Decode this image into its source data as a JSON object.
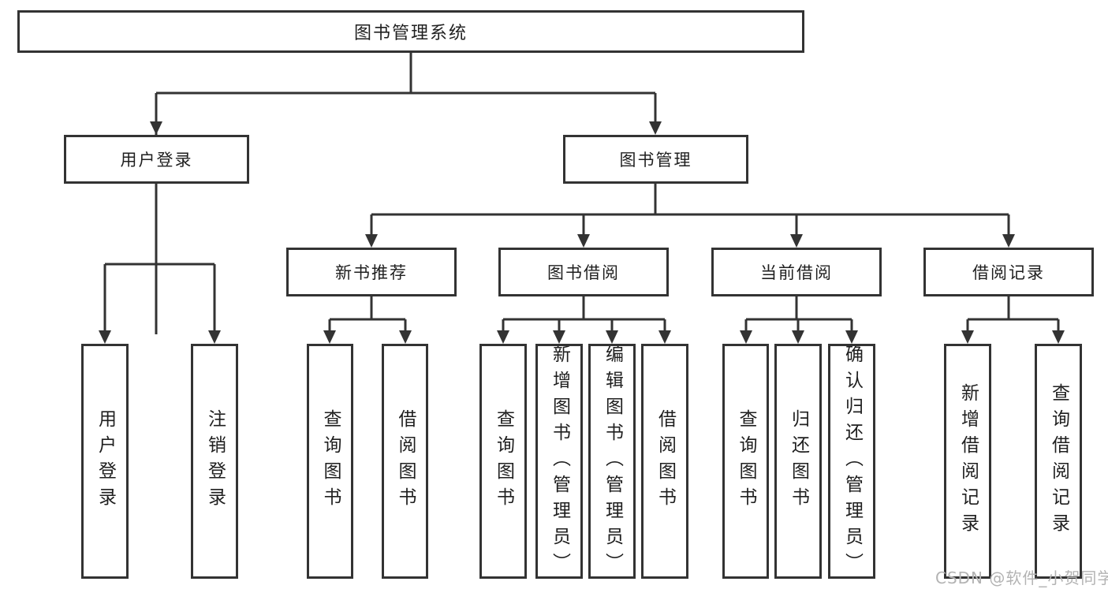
{
  "diagram": {
    "type": "hierarchy-flowchart",
    "colors": {
      "line": "#333333",
      "box_border": "#333333",
      "text": "#1f1f1f",
      "background": "#ffffff",
      "watermark": "#b3b3b3"
    },
    "watermark": "CSDN @软件_小贺同学",
    "tree": {
      "root": {
        "label": "图书管理系统",
        "children": [
          {
            "label": "用户登录",
            "children": [
              {
                "label": "用户登录"
              },
              {
                "label": "注销登录"
              }
            ]
          },
          {
            "label": "图书管理",
            "children": [
              {
                "label": "新书推荐",
                "children": [
                  {
                    "label": "查询图书"
                  },
                  {
                    "label": "借阅图书"
                  }
                ]
              },
              {
                "label": "图书借阅",
                "children": [
                  {
                    "label": "查询图书"
                  },
                  {
                    "label": "新增图书（管理员）"
                  },
                  {
                    "label": "编辑图书（管理员）"
                  },
                  {
                    "label": "借阅图书"
                  }
                ]
              },
              {
                "label": "当前借阅",
                "children": [
                  {
                    "label": "查询图书"
                  },
                  {
                    "label": "归还图书"
                  },
                  {
                    "label": "确认归还（管理员）"
                  }
                ]
              },
              {
                "label": "借阅记录",
                "children": [
                  {
                    "label": "新增借阅记录"
                  },
                  {
                    "label": "查询借阅记录"
                  }
                ]
              }
            ]
          }
        ]
      }
    }
  }
}
